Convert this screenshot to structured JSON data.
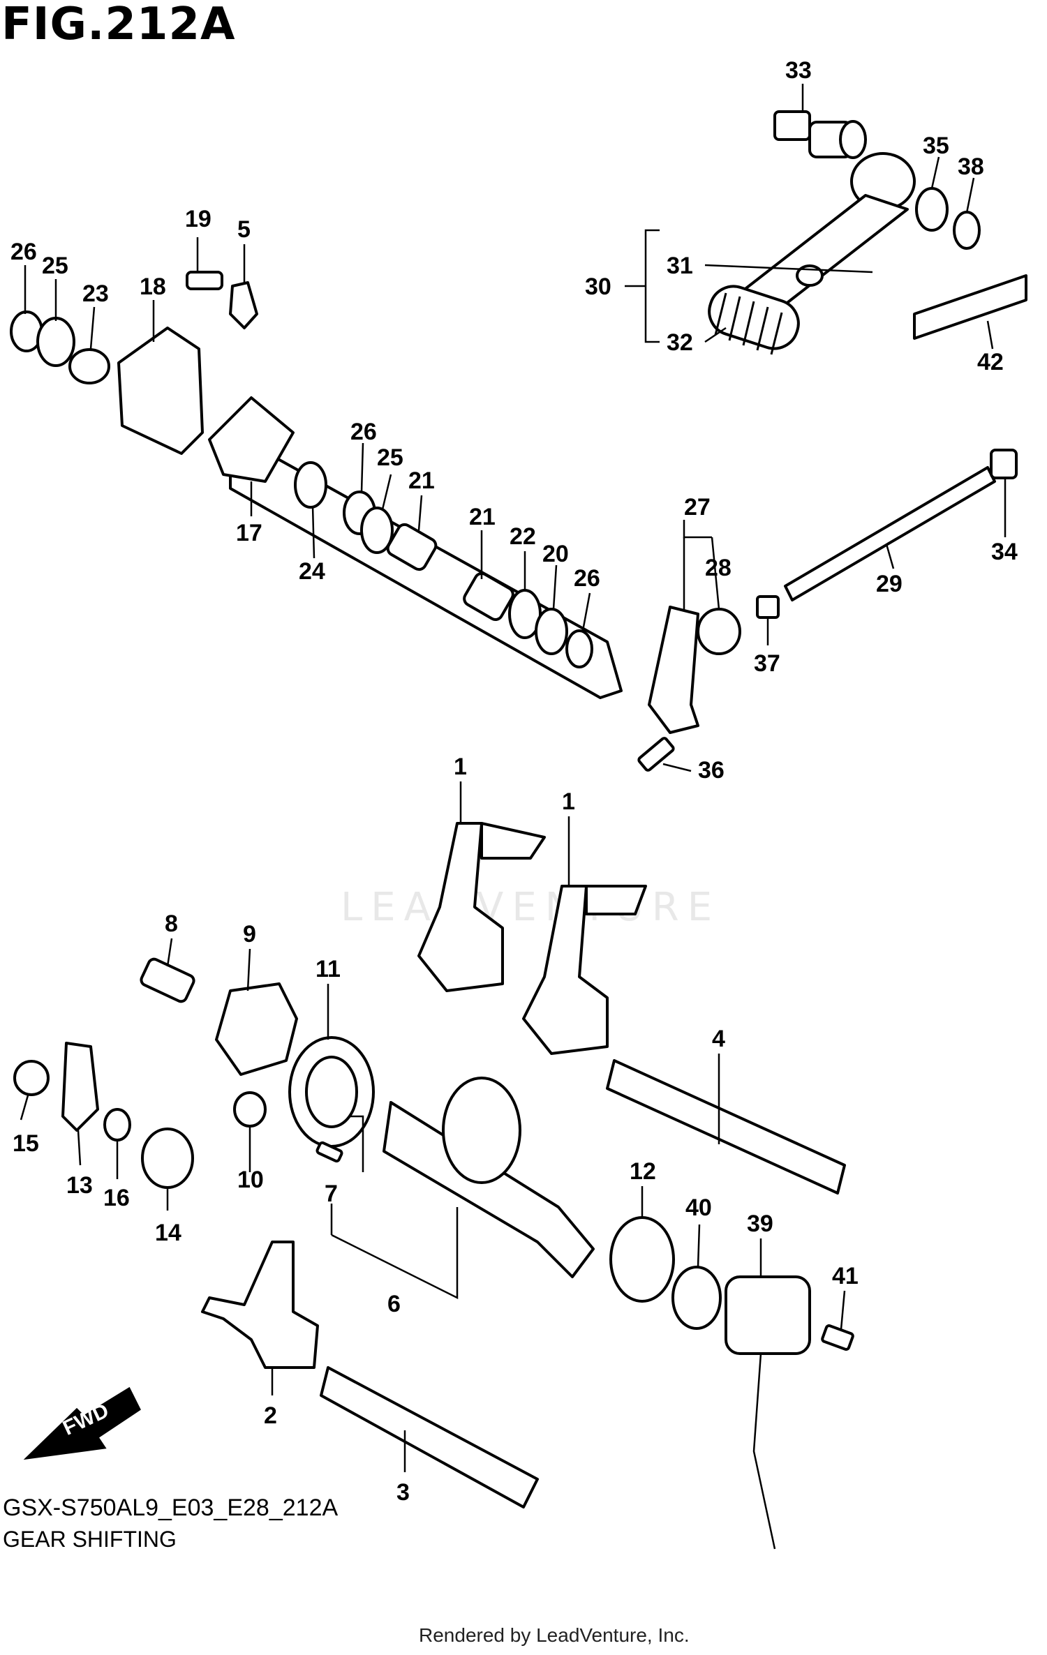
{
  "figure": {
    "title": "FIG.212A",
    "model_code": "GSX-S750AL9_E03_E28_212A",
    "name": "GEAR SHIFTING",
    "rendered_by": "Rendered by LeadVenture, Inc.",
    "watermark": "LEADVENTURE",
    "direction_label": "FWD"
  },
  "callouts": [
    {
      "id": "c33",
      "label": "33"
    },
    {
      "id": "c35",
      "label": "35"
    },
    {
      "id": "c38",
      "label": "38"
    },
    {
      "id": "c30",
      "label": "30"
    },
    {
      "id": "c31",
      "label": "31"
    },
    {
      "id": "c32",
      "label": "32"
    },
    {
      "id": "c42",
      "label": "42"
    },
    {
      "id": "c26a",
      "label": "26"
    },
    {
      "id": "c25a",
      "label": "25"
    },
    {
      "id": "c23",
      "label": "23"
    },
    {
      "id": "c18",
      "label": "18"
    },
    {
      "id": "c19",
      "label": "19"
    },
    {
      "id": "c5",
      "label": "5"
    },
    {
      "id": "c17",
      "label": "17"
    },
    {
      "id": "c24",
      "label": "24"
    },
    {
      "id": "c26b",
      "label": "26"
    },
    {
      "id": "c25b",
      "label": "25"
    },
    {
      "id": "c21a",
      "label": "21"
    },
    {
      "id": "c21b",
      "label": "21"
    },
    {
      "id": "c22",
      "label": "22"
    },
    {
      "id": "c20",
      "label": "20"
    },
    {
      "id": "c26c",
      "label": "26"
    },
    {
      "id": "c27",
      "label": "27"
    },
    {
      "id": "c28",
      "label": "28"
    },
    {
      "id": "c29",
      "label": "29"
    },
    {
      "id": "c34",
      "label": "34"
    },
    {
      "id": "c37",
      "label": "37"
    },
    {
      "id": "c36",
      "label": "36"
    },
    {
      "id": "c1a",
      "label": "1"
    },
    {
      "id": "c1b",
      "label": "1"
    },
    {
      "id": "c8",
      "label": "8"
    },
    {
      "id": "c9",
      "label": "9"
    },
    {
      "id": "c11",
      "label": "11"
    },
    {
      "id": "c4",
      "label": "4"
    },
    {
      "id": "c15",
      "label": "15"
    },
    {
      "id": "c13",
      "label": "13"
    },
    {
      "id": "c16",
      "label": "16"
    },
    {
      "id": "c14",
      "label": "14"
    },
    {
      "id": "c10",
      "label": "10"
    },
    {
      "id": "c7",
      "label": "7"
    },
    {
      "id": "c6",
      "label": "6"
    },
    {
      "id": "c12",
      "label": "12"
    },
    {
      "id": "c40",
      "label": "40"
    },
    {
      "id": "c39",
      "label": "39"
    },
    {
      "id": "c41",
      "label": "41"
    },
    {
      "id": "c2",
      "label": "2"
    },
    {
      "id": "c3",
      "label": "3"
    }
  ]
}
